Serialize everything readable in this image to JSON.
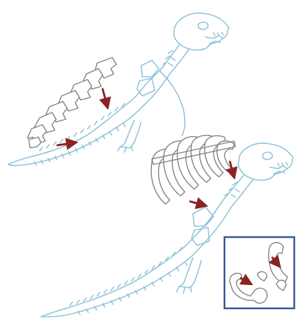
{
  "colors": {
    "background": "#ffffff",
    "assembled_outline": "#8fc3da",
    "assembled_outline_dark": "#6ea9c4",
    "loose_part_outline": "#7f7f7f",
    "loose_part_fill": "#ffffff",
    "arrow": "#8b2323",
    "inset_border": "#2f5597"
  },
  "figures": {
    "top": {
      "assembled": "t-rex-skeleton-body-and-head",
      "loose_parts": "tail-vertebrae-set",
      "arrows": [
        "arrow-down",
        "arrow-right"
      ]
    },
    "bottom": {
      "assembled": "t-rex-skeleton-complete-with-tail",
      "loose_parts": "rib-cage-set",
      "arrows": [
        "arrow-down",
        "arrow-right"
      ]
    },
    "inset": {
      "loose_parts": "arm-pieces",
      "arrows": [
        "arrow-left-down",
        "arrow-right-down"
      ]
    }
  },
  "arrow_count": 6
}
